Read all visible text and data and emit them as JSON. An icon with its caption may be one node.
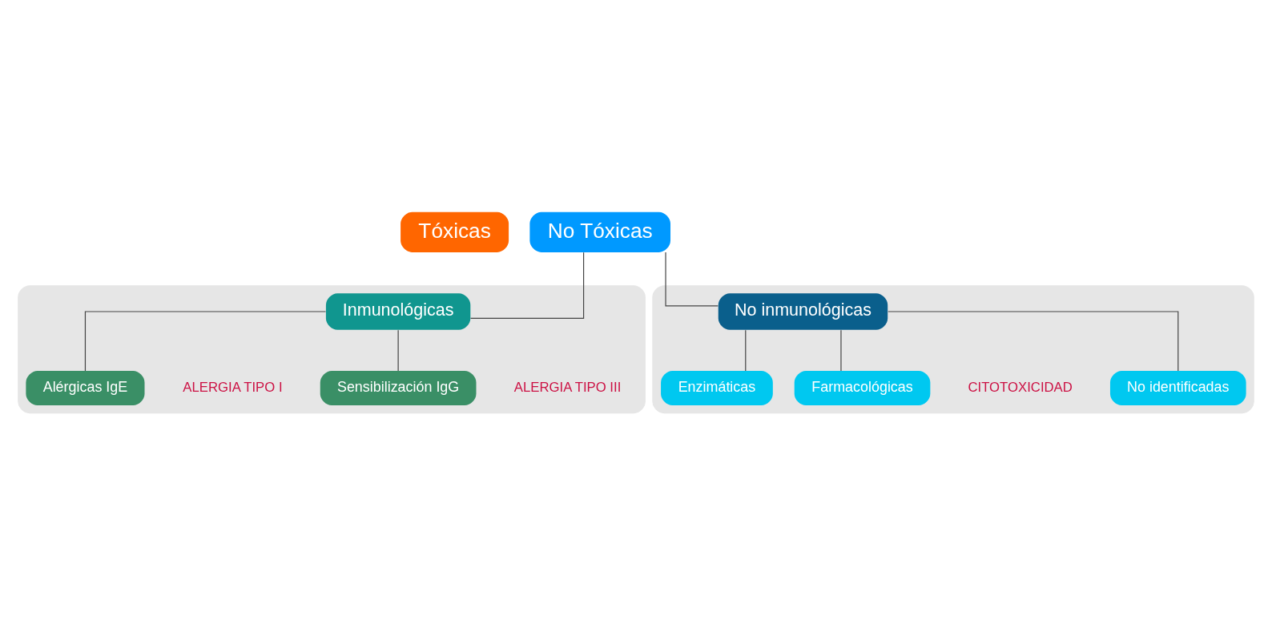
{
  "diagram": {
    "nodes": [
      {
        "text": [
          "Tóxicas"
        ]
      },
      {
        "text": [
          "No Tóxicas"
        ]
      },
      {
        "text": [],
        "shape": "ellipse"
      },
      {
        "text": [
          "Inmunológicas"
        ],
        "in": 2
      },
      {
        "text": [
          "Alérgicas IgE"
        ],
        "in": 2,
        "beside": [
          "ALERGIA TIPO I"
        ]
      },
      {
        "text": [
          "Sensibilización IgG"
        ],
        "in": 2,
        "beside": [
          "ALERGIA TIPO III"
        ]
      },
      {
        "text": [],
        "shape": "ellipse"
      },
      {
        "text": [
          "No inmunológicas"
        ],
        "in": 6
      },
      {
        "text": [
          "Enzimáticas"
        ],
        "in": 6
      },
      {
        "text": [
          "Farmacológicas"
        ],
        "in": 6
      },
      {
        "text": [
          "No identificadas"
        ],
        "in": 6
      }
    ],
    "edges": [
      {
        "from": 1,
        "to": 3,
        "arrow": "none"
      },
      {
        "from": 1,
        "to": 7,
        "arrow": "none"
      },
      {
        "from": 3,
        "to": 4,
        "arrow": "none"
      },
      {
        "from": 3,
        "to": 5,
        "arrow": "none"
      },
      {
        "from": 7,
        "to": 8,
        "arrow": "none"
      },
      {
        "from": 7,
        "to": 9,
        "arrow": "none"
      },
      {
        "from": 7,
        "to": 10,
        "arrow": "none"
      }
    ],
    "labels": [
      "CITOTOXICIDAD"
    ]
  }
}
